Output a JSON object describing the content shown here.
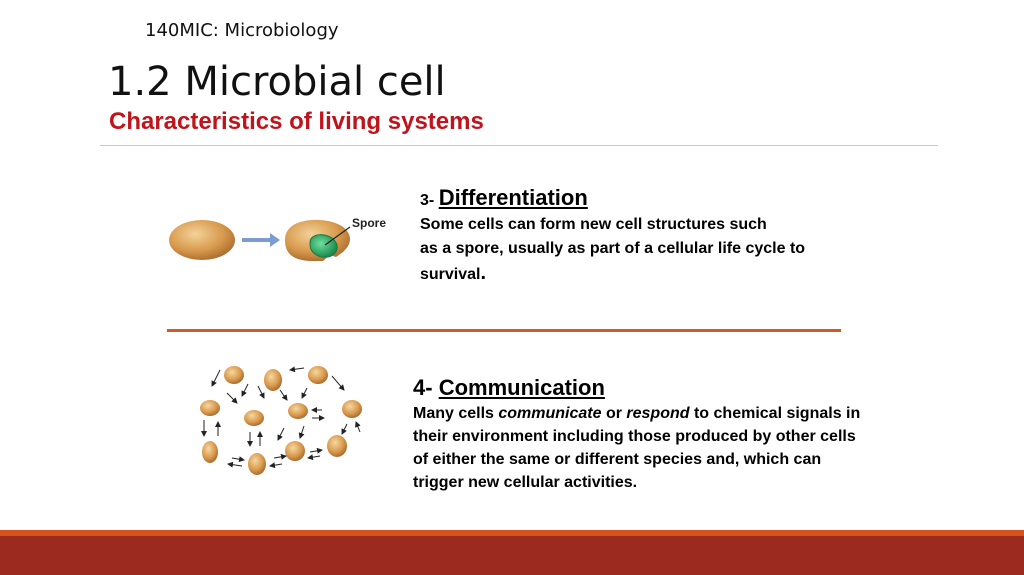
{
  "course": "140MIC: Microbiology",
  "title": "1.2 Microbial cell",
  "subtitle": "Characteristics of living systems",
  "section3": {
    "number": "3-",
    "heading": "Differentiation",
    "line1": "Some cells can form new cell structures such",
    "line2": "as a spore, usually as part of a cellular life cycle to",
    "line3": "survival",
    "line3_end": "."
  },
  "figure_diff": {
    "label": "Spore"
  },
  "section4": {
    "number": "4-",
    "heading": "Communication",
    "p1_a": "Many cells ",
    "p1_em1": "communicate",
    "p1_b": " or ",
    "p1_em2": "respond",
    "p1_c": " to chemical signals in",
    "p2": "their environment including those produced by other cells",
    "p3": "of either the same or different species and, which can",
    "p4": "trigger new cellular activities."
  }
}
